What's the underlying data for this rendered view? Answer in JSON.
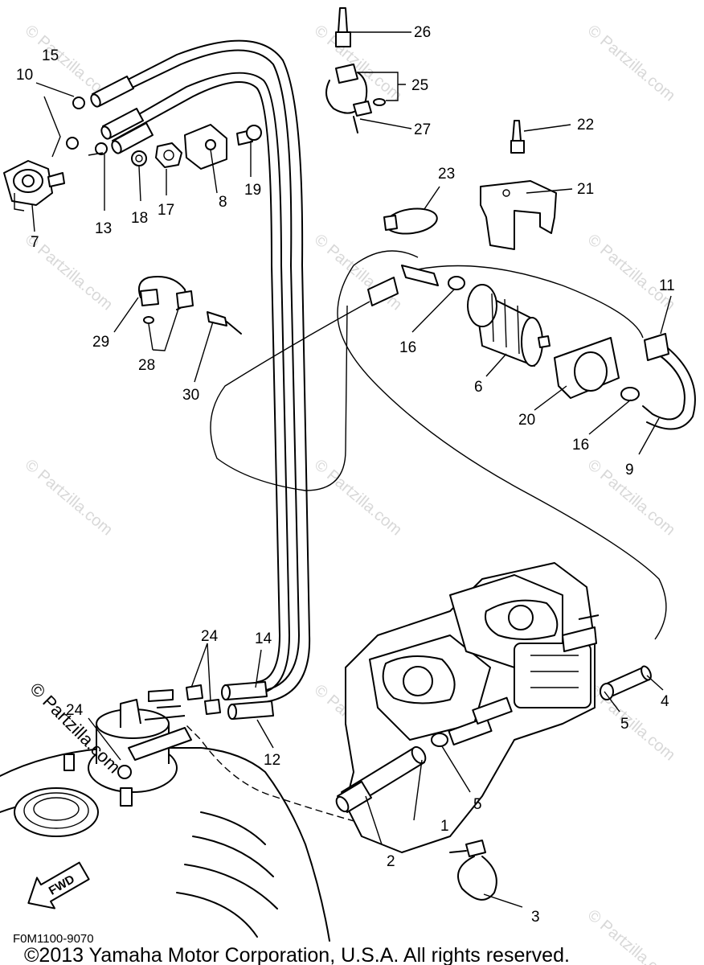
{
  "diagram": {
    "callouts": [
      "1",
      "2",
      "3",
      "4",
      "5",
      "5",
      "6",
      "7",
      "8",
      "9",
      "10",
      "11",
      "12",
      "13",
      "14",
      "15",
      "16",
      "16",
      "17",
      "18",
      "19",
      "20",
      "21",
      "22",
      "23",
      "24",
      "24",
      "25",
      "26",
      "27",
      "28",
      "29",
      "30"
    ],
    "fwd_label": "FWD",
    "drawing_code": "F0M1100-9070",
    "copyright": "©2013  Yamaha Motor Corporation, U.S.A. All rights reserved.",
    "brand_watermark": "© Partzilla.com",
    "watermark_text": "© Partzilla.com"
  }
}
